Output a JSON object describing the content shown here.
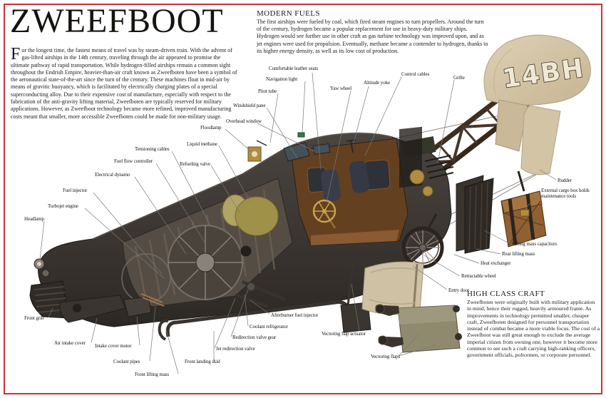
{
  "title": "ZWEEFBOOT",
  "intro": {
    "drop_cap": "F",
    "text": "or the longest time, the fastest means of travel was by steam-driven train. With the advent of gas-lifted airships in the 14th century, traveling through the air appeared to promise the ultimate pathway of rapid transportation. While hydrogen-filled airships remain a common sight throughout the Endrish Empire, heavier-than-air craft known as Zweefboten have been a symbol of the aeronautical state-of-the-art since the turn of the century. These machines float in mid-air by means of gravitic buoyancy, which is facilitated by electrically charging plates of a special superconducting alloy. Due to their expensive cost of manufacture, especially with respect to the fabrication of the anti-gravity lifting material, Zweefboten are typically reserved for military applications. However, as Zweefboot technology became more refined, improved manufacturing costs meant that smaller, more accessible Zweefboten could be made for non-military usage."
  },
  "sections": {
    "modern_fuels": {
      "heading": "MODERN FUELS",
      "body": "The first airships were fueled by coal, which fired steam engines to turn propellers. Around the turn of the century, hydrogen became a popular replacement for use in heavy-duty military ships. Hydrogen would see further use in other craft as gas turbine technology was improved upon, and as jet engines were used for propulsion. Eventually, methane became a contender to hydrogen, thanks to its higher energy density, as well as its low cost of production."
    },
    "high_class_craft": {
      "heading": "HIGH CLASS CRAFT",
      "body": "Zweefboten were originally built with military application in mind, hence their rugged, heavily armoured frame. As improvements in technology permitted smaller, cheaper craft, Zweefboten designed for personnel transportation instead of combat became a more viable focus. The cost of a Zweefboot was still great enough to exclude the average imperial citizen from owning one, however it become more common to see such a craft carrying high-ranking officers, government officials, policemen, or corporate personnel."
    }
  },
  "tail_marking": "14BH",
  "labels": [
    {
      "text": "Comfortable leather seats"
    },
    {
      "text": "Navigation light"
    },
    {
      "text": "Pitot tube"
    },
    {
      "text": "Yaw wheel"
    },
    {
      "text": "Altitude yoke"
    },
    {
      "text": "Control cables"
    },
    {
      "text": "Grille"
    },
    {
      "text": "Windshield pane"
    },
    {
      "text": "Overhead window"
    },
    {
      "text": "Floodlamp"
    },
    {
      "text": "Liquid methane"
    },
    {
      "text": "Refueling valve"
    },
    {
      "text": "Tensioning cables"
    },
    {
      "text": "Fuel flow controller"
    },
    {
      "text": "Electrical dynamo"
    },
    {
      "text": "Fuel injector"
    },
    {
      "text": "Turbojet engine"
    },
    {
      "text": "Headlamp"
    },
    {
      "text": "Front grill"
    },
    {
      "text": "Air intake cover"
    },
    {
      "text": "Intake cover motor"
    },
    {
      "text": "Coolant pipes"
    },
    {
      "text": "Front lifting mass"
    },
    {
      "text": "Front landing skid"
    },
    {
      "text": "Afterburner fuel injector"
    },
    {
      "text": "Coolant refrigerator"
    },
    {
      "text": "Redirection valve gear"
    },
    {
      "text": "Jet redirection valve"
    },
    {
      "text": "Vectoring flap actuator"
    },
    {
      "text": "Vectoring flaps"
    },
    {
      "text": "Rudder"
    },
    {
      "text": "External cargo box holds maintenance tools"
    },
    {
      "text": "Lifting mass capacitors"
    },
    {
      "text": "Rear lifting mass"
    },
    {
      "text": "Heat exchanger"
    },
    {
      "text": "Retractable wheel"
    },
    {
      "text": "Entry door"
    }
  ],
  "colors": {
    "border_red": "#ce2f3c",
    "hull_dark": "#3a3531",
    "tail_beige": "#d9cbae",
    "brass": "#b08d42",
    "flap_green": "#8f8a6e",
    "crate_wood": "#906032",
    "text": "#1a1a1a"
  }
}
